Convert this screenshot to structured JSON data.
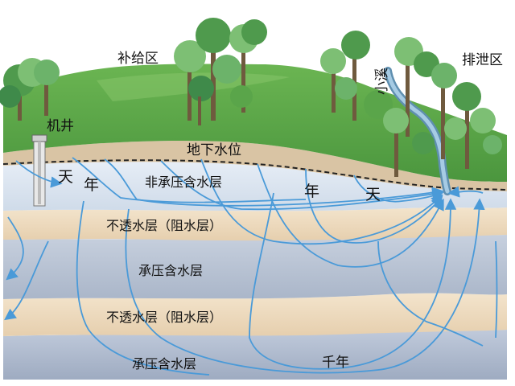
{
  "labels": {
    "recharge_zone": "补给区",
    "discharge_zone": "排泄区",
    "stream": "小溪",
    "well": "机井",
    "water_table": "地下水位",
    "unconfined_aquifer": "非承压含水层",
    "aquiclude_1": "不透水层（阻水层）",
    "confined_aquifer_1": "承压含水层",
    "aquiclude_2": "不透水层（阻水层）",
    "confined_aquifer_2": "承压含水层",
    "time_day_left": "天",
    "time_year_left": "年",
    "time_year_right": "年",
    "time_day_right": "天",
    "time_millennium": "千年"
  },
  "colors": {
    "sky": "#ffffff",
    "grass": "#5aa54a",
    "grass_light": "#8fc870",
    "soil": "#d8c3a3",
    "unconfined": "#dfe8f3",
    "aquiclude": "#efdcc0",
    "confined": "#b8c3d4",
    "confined_deep": "#a8b4c8",
    "flow": "#4a9ad8",
    "tree_dark": "#3f8a4a",
    "tree_light": "#7dbf74",
    "trunk": "#6f5a3e"
  }
}
